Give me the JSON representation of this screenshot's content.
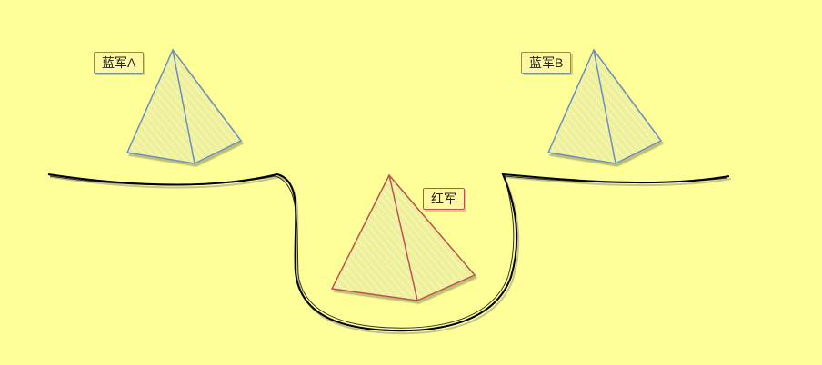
{
  "units": [
    {
      "id": "blue-a",
      "label": "蓝军A",
      "side": "blue"
    },
    {
      "id": "blue-b",
      "label": "蓝军B",
      "side": "blue"
    },
    {
      "id": "red",
      "label": "红军",
      "side": "red"
    }
  ],
  "colors": {
    "background": "#ffff99",
    "blue_stroke": "#6c8ebf",
    "red_stroke": "#b85450",
    "pyramid_fill": "#eeee99",
    "terrain_stroke": "#000000"
  }
}
